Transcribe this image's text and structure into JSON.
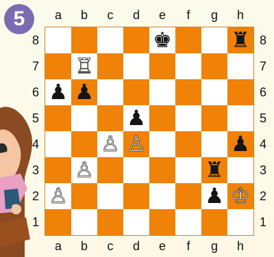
{
  "puzzle": {
    "number": "5"
  },
  "board": {
    "files": [
      "a",
      "b",
      "c",
      "d",
      "e",
      "f",
      "g",
      "h"
    ],
    "ranks": [
      "8",
      "7",
      "6",
      "5",
      "4",
      "3",
      "2",
      "1"
    ],
    "light_color": "#ffffff",
    "dark_color": "#f08307",
    "pieces": [
      {
        "square": "e8",
        "color": "black",
        "type": "king",
        "glyph": "♚",
        "icon": "black-king-icon"
      },
      {
        "square": "h8",
        "color": "black",
        "type": "rook",
        "glyph": "♜",
        "icon": "black-rook-icon"
      },
      {
        "square": "b7",
        "color": "white",
        "type": "rook",
        "glyph": "♖",
        "icon": "white-rook-icon"
      },
      {
        "square": "a6",
        "color": "black",
        "type": "pawn",
        "glyph": "♟",
        "icon": "black-pawn-icon"
      },
      {
        "square": "b6",
        "color": "black",
        "type": "pawn",
        "glyph": "♟",
        "icon": "black-pawn-icon"
      },
      {
        "square": "d5",
        "color": "black",
        "type": "pawn",
        "glyph": "♟",
        "icon": "black-pawn-icon"
      },
      {
        "square": "c4",
        "color": "white",
        "type": "pawn",
        "glyph": "♙",
        "icon": "white-pawn-icon"
      },
      {
        "square": "d4",
        "color": "white",
        "type": "pawn",
        "glyph": "♙",
        "icon": "white-pawn-icon"
      },
      {
        "square": "h4",
        "color": "black",
        "type": "pawn",
        "glyph": "♟",
        "icon": "black-pawn-icon"
      },
      {
        "square": "b3",
        "color": "white",
        "type": "pawn",
        "glyph": "♙",
        "icon": "white-pawn-icon"
      },
      {
        "square": "g3",
        "color": "black",
        "type": "rook",
        "glyph": "♜",
        "icon": "black-rook-icon"
      },
      {
        "square": "a2",
        "color": "white",
        "type": "pawn",
        "glyph": "♙",
        "icon": "white-pawn-icon"
      },
      {
        "square": "g2",
        "color": "black",
        "type": "pawn",
        "glyph": "♟",
        "icon": "black-pawn-icon"
      },
      {
        "square": "h2",
        "color": "white",
        "type": "king",
        "glyph": "♔",
        "icon": "white-king-icon"
      }
    ]
  }
}
